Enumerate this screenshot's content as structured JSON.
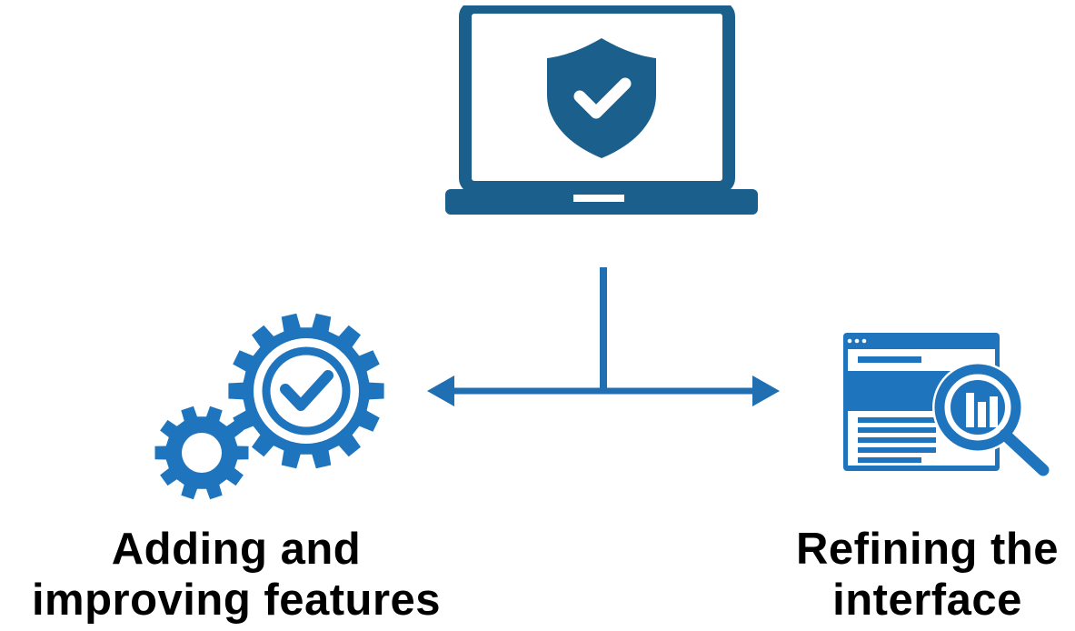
{
  "colors": {
    "laptop": "#1b5f8c",
    "connector": "#1f6fb2",
    "gear": "#1f74be",
    "window": "#1f74be",
    "text": "#000000",
    "background": "#ffffff"
  },
  "icons": {
    "top": "laptop-shield-check-icon",
    "left": "gears-check-icon",
    "right": "browser-analytics-magnifier-icon"
  },
  "labels": {
    "left": {
      "line1": "Adding and",
      "line2": "improving features"
    },
    "right": {
      "line1": "Refining the",
      "line2": "interface"
    }
  }
}
